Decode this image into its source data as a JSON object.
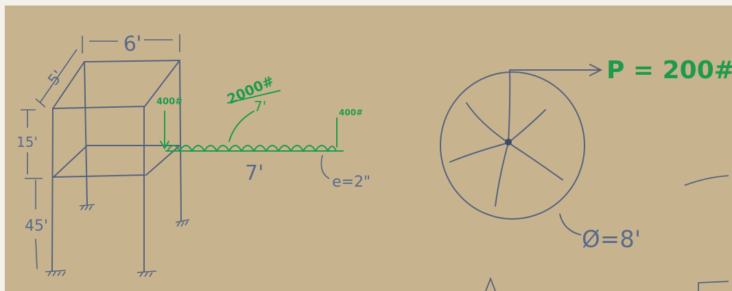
{
  "colors": {
    "board": "#c7b48f",
    "blue_ink": "#55627e",
    "green_ink": "#1f9a4c",
    "frame_border": "#f4f1ea"
  },
  "frame": {
    "dim_width": "6'",
    "dim_depth": "5'",
    "dim_upper_height": "15'",
    "dim_lower_height": "45'"
  },
  "cantilever": {
    "load_left": "400#",
    "distributed_load": "2000#",
    "distributed_per": "7'",
    "load_right": "400#",
    "length": "7'",
    "eccentricity": "e=2\""
  },
  "wheel": {
    "force": "P = 200#",
    "diameter": "Ø=8'"
  }
}
